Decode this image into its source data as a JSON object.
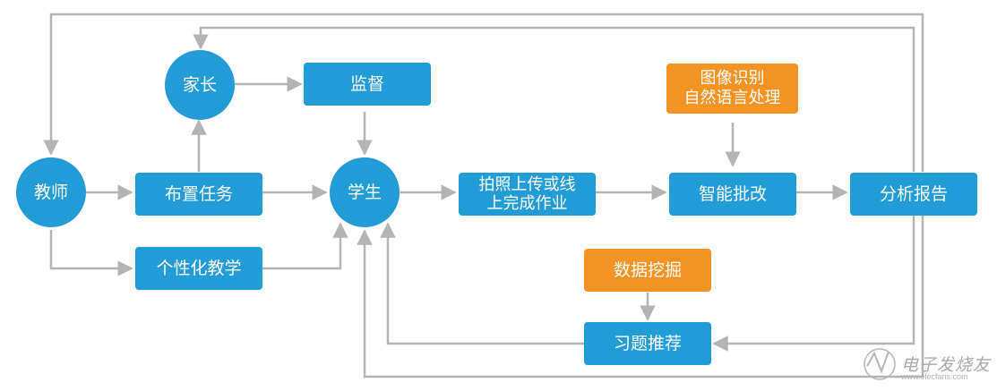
{
  "colors": {
    "blue": "#229cd6",
    "orange": "#f39324",
    "line": "#b3b3b3"
  },
  "nodes": {
    "teacher": "教师",
    "parent": "家长",
    "supervise": "监督",
    "assign_task": "布置任务",
    "personalized_teaching": "个性化教学",
    "student": "学生",
    "photo_upload": "拍照上传或线\n上完成作业",
    "image_nlp": "图像识别\n自然语言处理",
    "smart_grading": "智能批改",
    "analysis_report": "分析报告",
    "data_mining": "数据挖掘",
    "exercise_recommend": "习题推荐"
  },
  "watermark": {
    "text": "电子发烧友",
    "url": "www.elecfans.com"
  }
}
